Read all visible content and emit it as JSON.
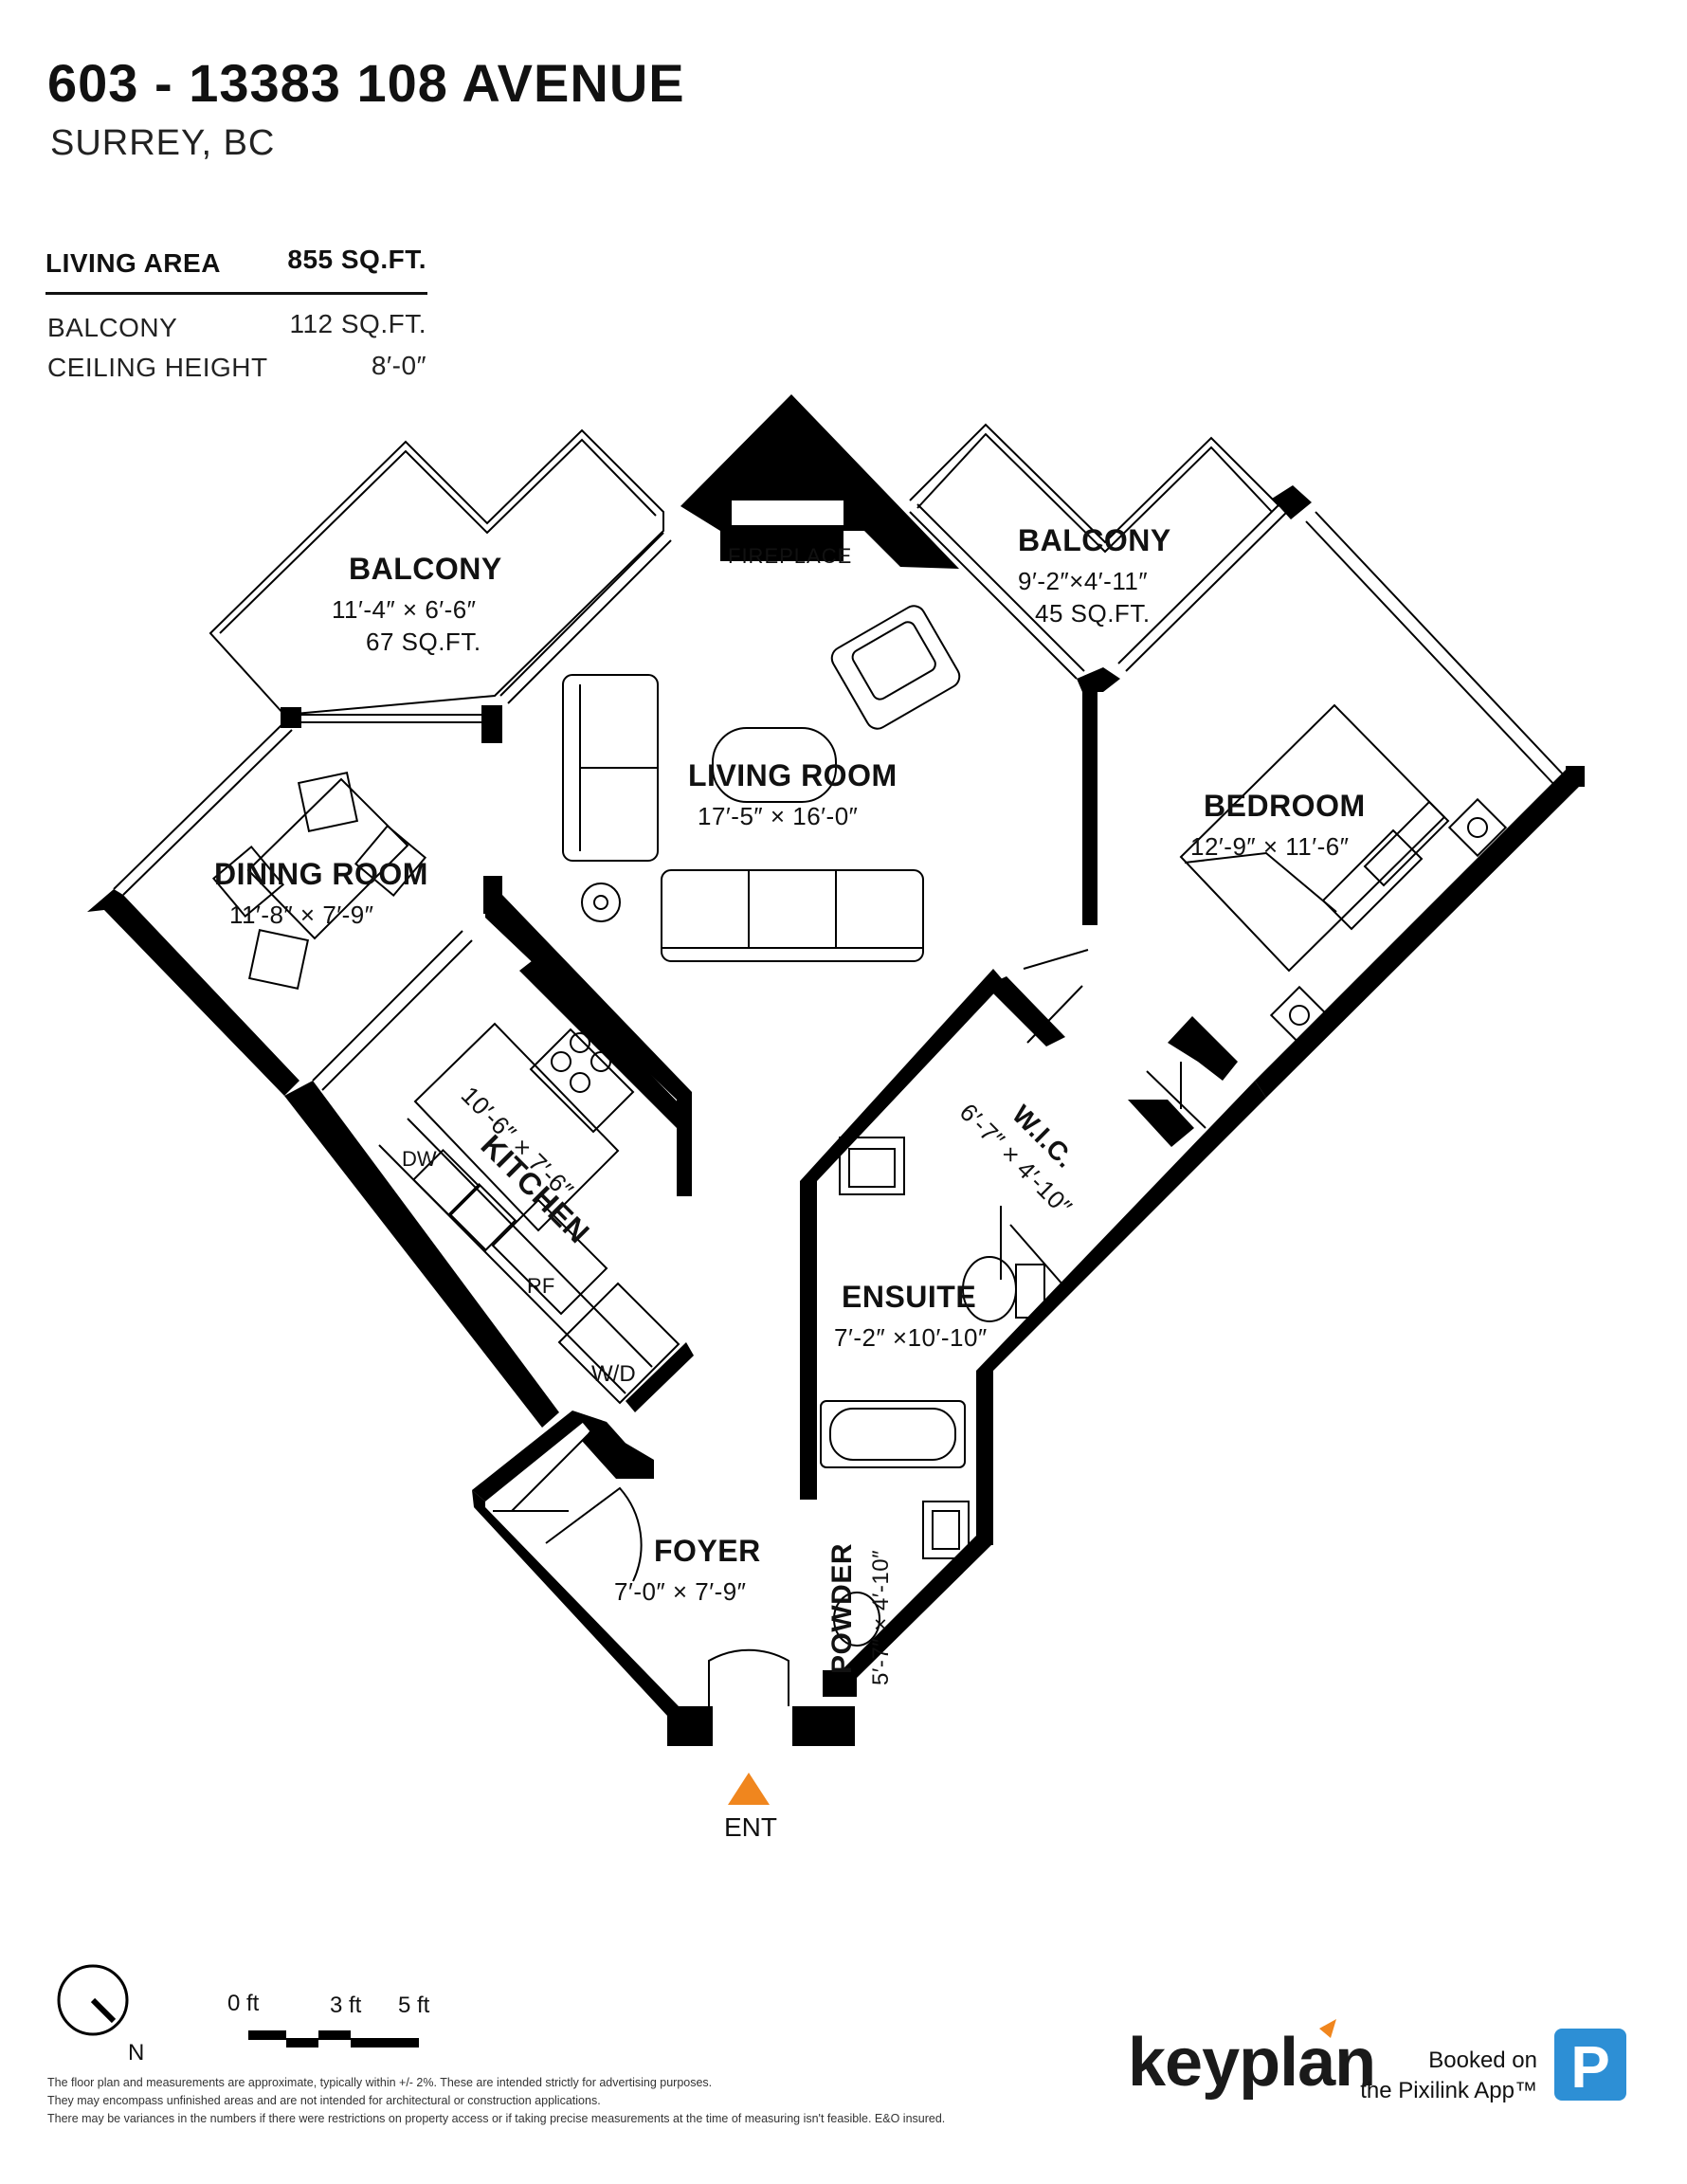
{
  "header": {
    "title": "603 - 13383 108 AVENUE",
    "subtitle": "SURREY, BC"
  },
  "stats": {
    "living_area_label": "LIVING AREA",
    "living_area_value": "855 SQ.FT.",
    "balcony_label": "BALCONY",
    "balcony_value": "112 SQ.FT.",
    "ceiling_label": "CEILING HEIGHT",
    "ceiling_value": "8′-0″"
  },
  "rooms": {
    "balcony_left": {
      "name": "BALCONY",
      "dims": "11′-4″  ×   6′-6″",
      "area": "67 SQ.FT."
    },
    "balcony_right": {
      "name": "BALCONY",
      "dims": "9′-2″×4′-11″",
      "area": "45 SQ.FT."
    },
    "fireplace": "FIREPLACE",
    "living_room": {
      "name": "LIVING ROOM",
      "dims": "17′-5″  ×  16′-0″"
    },
    "dining_room": {
      "name": "DINING ROOM",
      "dims": "11′-8″  ×  7′-9″"
    },
    "bedroom": {
      "name": "BEDROOM",
      "dims": "12′-9″  ×  11′-6″"
    },
    "kitchen": {
      "name": "KITCHEN",
      "dims": "10′-6″ × 7′-6″"
    },
    "wic": {
      "name": "W.I.C.",
      "dims": "6′-7″ × 4′-10″"
    },
    "ensuite": {
      "name": "ENSUITE",
      "dims": "7′-2″ ×10′-10″"
    },
    "foyer": {
      "name": "FOYER",
      "dims": "7′-0″   ×   7′-9″"
    },
    "powder": {
      "name": "POWDER",
      "dims": "5′-7″ × 4′-10″"
    },
    "dw": "DW",
    "rf": "RF",
    "wd": "W/D",
    "ent": "ENT"
  },
  "legend": {
    "north": "N",
    "scale_0": "0 ft",
    "scale_3": "3 ft",
    "scale_5": "5 ft"
  },
  "disclaimer": {
    "line1": "The floor plan and measurements are approximate, typically within +/- 2%. These are intended strictly for advertising purposes.",
    "line2": "They may encompass unfinished areas and are not intended for architectural or construction applications.",
    "line3": "There may be variances in the numbers if there were restrictions on property access or if taking precise measurements at the time of measuring isn't feasible. E&O insured."
  },
  "branding": {
    "logo_text": "keyplan",
    "booked_line1": "Booked on",
    "booked_line2": "the Pixilink App™",
    "app_icon_letter": "P"
  },
  "colors": {
    "wall": "#000000",
    "entry_marker": "#f0861e",
    "logo_accent": "#f0861e",
    "app_icon": "#2d8fd5"
  }
}
